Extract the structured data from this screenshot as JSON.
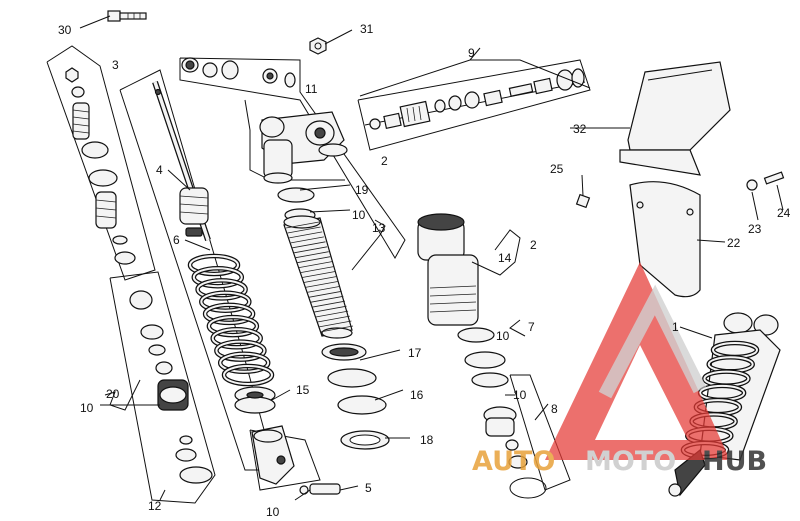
{
  "diagram": {
    "callouts": [
      {
        "id": "c30",
        "text": "30"
      },
      {
        "id": "c31",
        "text": "31"
      },
      {
        "id": "c9",
        "text": "9"
      },
      {
        "id": "c3",
        "text": "3"
      },
      {
        "id": "c11",
        "text": "11"
      },
      {
        "id": "c32",
        "text": "32"
      },
      {
        "id": "c4",
        "text": "4"
      },
      {
        "id": "c2a",
        "text": "2"
      },
      {
        "id": "c19",
        "text": "19"
      },
      {
        "id": "c25",
        "text": "25"
      },
      {
        "id": "c23",
        "text": "23"
      },
      {
        "id": "c24",
        "text": "24"
      },
      {
        "id": "c10a",
        "text": "10"
      },
      {
        "id": "c13",
        "text": "13"
      },
      {
        "id": "c6",
        "text": "6"
      },
      {
        "id": "c22",
        "text": "22"
      },
      {
        "id": "c2b",
        "text": "2"
      },
      {
        "id": "c14",
        "text": "14"
      },
      {
        "id": "c1",
        "text": "1"
      },
      {
        "id": "c7",
        "text": "7"
      },
      {
        "id": "c10b",
        "text": "10"
      },
      {
        "id": "c17",
        "text": "17"
      },
      {
        "id": "c15",
        "text": "15"
      },
      {
        "id": "c20",
        "text": "20"
      },
      {
        "id": "c10c",
        "text": "10"
      },
      {
        "id": "c10d",
        "text": "10"
      },
      {
        "id": "c16",
        "text": "16"
      },
      {
        "id": "c8",
        "text": "8"
      },
      {
        "id": "c18",
        "text": "18"
      },
      {
        "id": "c5",
        "text": "5"
      },
      {
        "id": "c12",
        "text": "12"
      },
      {
        "id": "c10e",
        "text": "10"
      }
    ]
  },
  "watermark": {
    "part1": "AUTO",
    "part2": "MOTO",
    "part3": "HUB",
    "color_accent": "#e8a23a",
    "color_gray": "#c9c9c9",
    "color_red": "#e53935",
    "color_dark": "#333333"
  }
}
